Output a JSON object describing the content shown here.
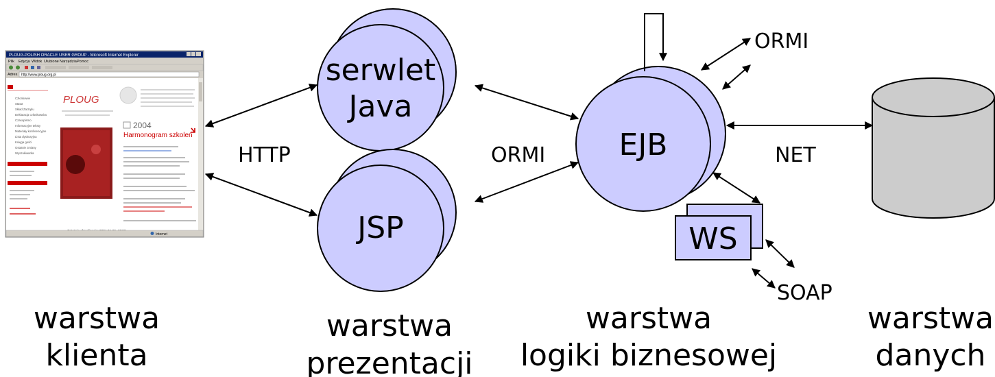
{
  "nodes": {
    "servlet": {
      "line1": "serwlet",
      "line2": "Java"
    },
    "jsp": {
      "label": "JSP"
    },
    "ejb": {
      "label": "EJB"
    },
    "ws": {
      "label": "WS"
    }
  },
  "connections": {
    "http": "HTTP",
    "ormi_mid": "ORMI",
    "ormi_top": "ORMI",
    "net": "NET",
    "soap": "SOAP"
  },
  "layers": {
    "client": {
      "line1": "warstwa",
      "line2": "klienta"
    },
    "presentation": {
      "line1": "warstwa",
      "line2": "prezentacji"
    },
    "business": {
      "line1": "warstwa",
      "line2": "logiki biznesowej"
    },
    "data": {
      "line1": "warstwa",
      "line2": "danych"
    }
  },
  "browser": {
    "title": "PLOUG-POLISH ORACLE USER GROUP - Microsoft Internet Explorer",
    "menu": [
      "Plik",
      "Edycja",
      "Widok",
      "Ulubione",
      "Narzędzia",
      "Pomoc"
    ],
    "address_label": "Adres",
    "address_url": "http://www.ploug.org.pl",
    "logo": "PLOUG",
    "year": "2004",
    "headline": "Harmonogram szkoleń",
    "sidebar_items": [
      "Członkowie",
      "Statut",
      "Skład Zarządu",
      "Deklaracja członkowska",
      "Czasopismo",
      "Informacyjne teksty",
      "Materiały konferencyjne",
      "Lista dyskusyjna",
      "Księga gości",
      "Ostatnie zmiany",
      "Wyszukiwarka"
    ],
    "status": "Internet",
    "updated": "Ostatnia aktualizacja: 2004.01.22, 17:50"
  },
  "colors": {
    "node_fill": "#ccccff",
    "database_fill": "#cccccc",
    "stroke": "#000000",
    "browser_title": "#0a246a"
  }
}
